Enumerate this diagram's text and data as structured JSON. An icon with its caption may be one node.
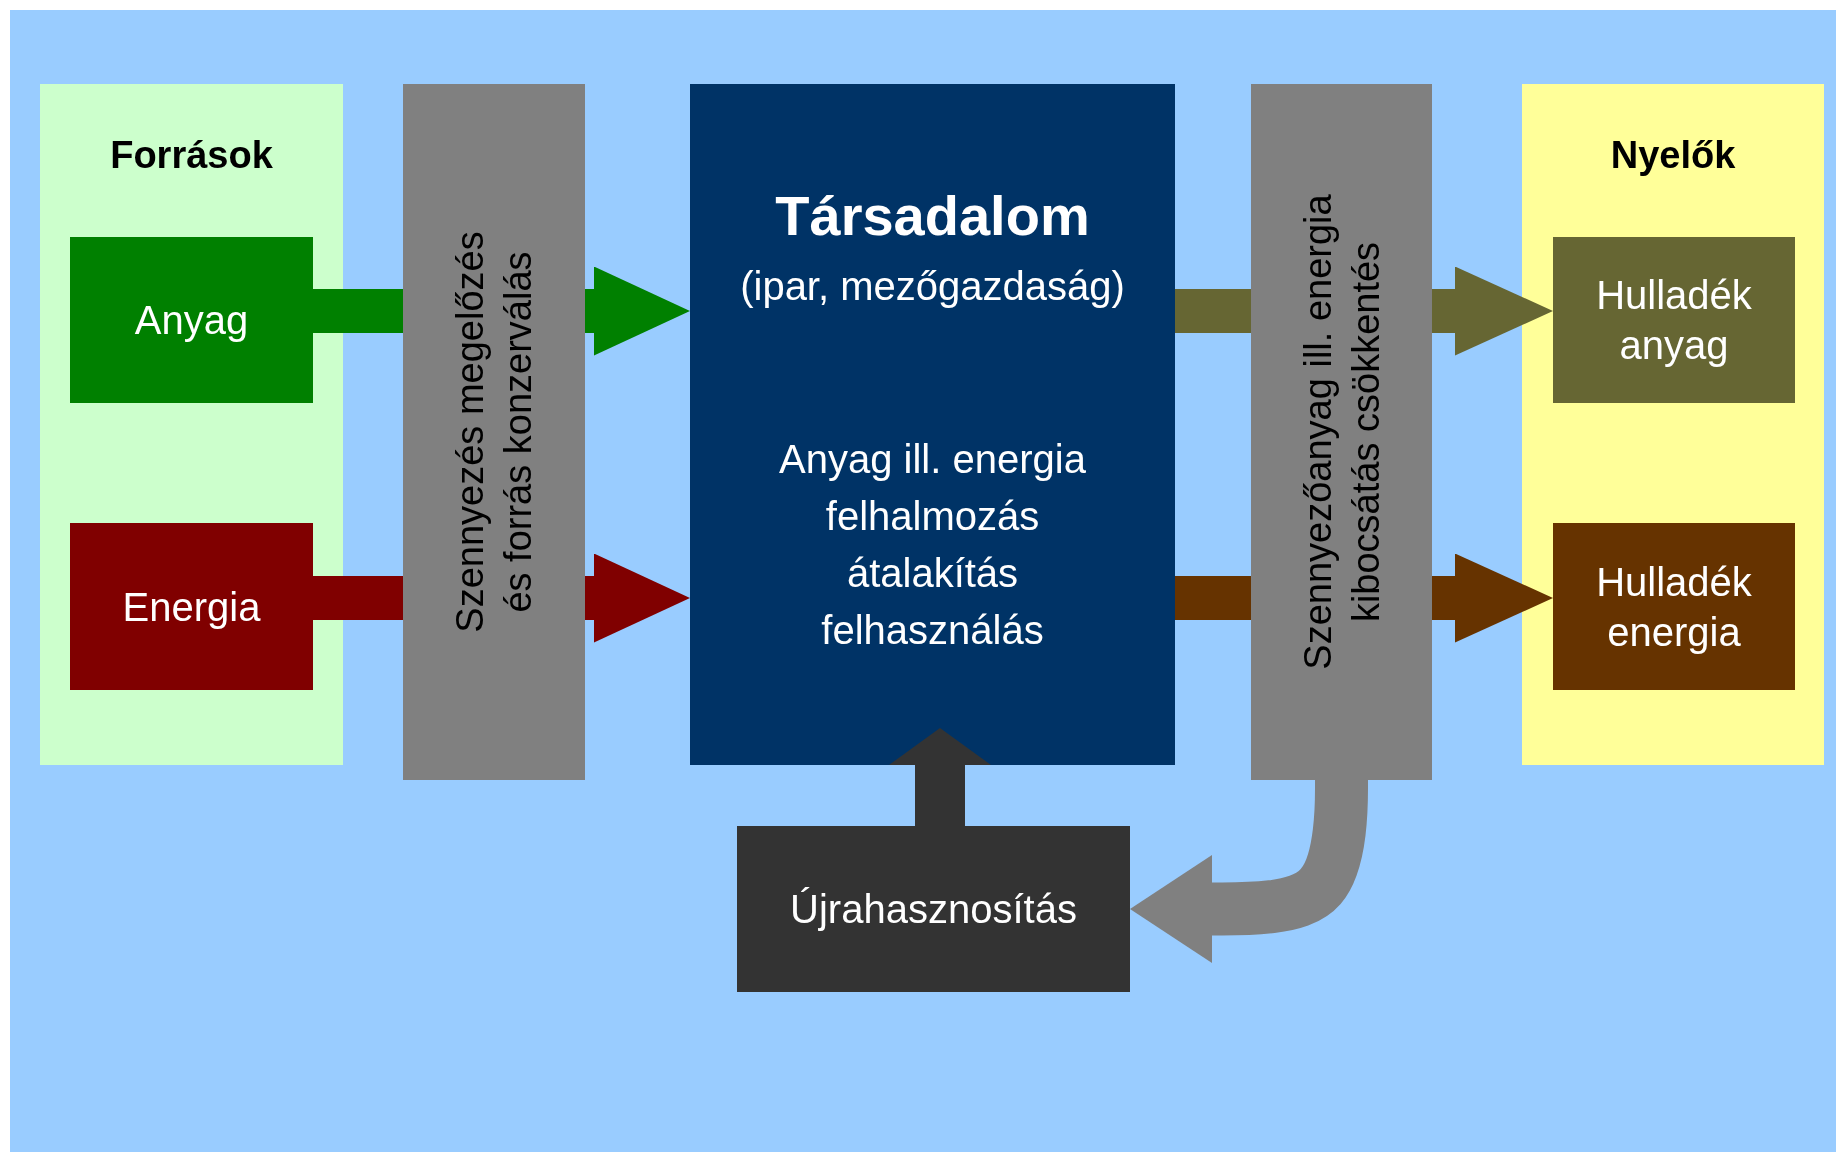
{
  "diagram": {
    "nodes": [
      {
        "text": [
          "Források"
        ]
      },
      {
        "text": [
          "Anyag"
        ],
        "in": 0
      },
      {
        "text": [
          "Energia"
        ],
        "in": 0
      },
      {
        "text": [
          "Szennyezés megelőzés és forrás konzerválás"
        ]
      },
      {
        "text": [
          "Társadalom",
          "(ipar, mezőgazdaság)",
          "Anyag ill. energia felhalmozás átalakítás felhasználás"
        ]
      },
      {
        "text": [
          "Szennyezőanyag ill. energia kibocsátás csökkentés"
        ]
      },
      {
        "text": [
          "Nyelők"
        ]
      },
      {
        "text": [
          "Hulladék anyag"
        ],
        "in": 6
      },
      {
        "text": [
          "Hulladék energia"
        ],
        "in": 6
      },
      {
        "text": [
          "Újrahasznosítás"
        ]
      }
    ],
    "edges": [
      {
        "from": 1,
        "to": 3,
        "arrow": "none",
        "color": "#008000"
      },
      {
        "from": 3,
        "to": 4,
        "arrow": "to",
        "color": "#008000"
      },
      {
        "from": 2,
        "to": 3,
        "arrow": "none",
        "color": "#800000"
      },
      {
        "from": 3,
        "to": 4,
        "arrow": "to",
        "color": "#800000"
      },
      {
        "from": 4,
        "to": 5,
        "arrow": "none",
        "color": "#666633"
      },
      {
        "from": 5,
        "to": 7,
        "arrow": "to",
        "color": "#666633"
      },
      {
        "from": 4,
        "to": 5,
        "arrow": "none",
        "color": "#663300"
      },
      {
        "from": 5,
        "to": 8,
        "arrow": "to",
        "color": "#663300"
      },
      {
        "from": 5,
        "to": 9,
        "arrow": "to",
        "color": "#808080"
      },
      {
        "from": 9,
        "to": 4,
        "arrow": "to",
        "color": "#333333"
      }
    ]
  }
}
